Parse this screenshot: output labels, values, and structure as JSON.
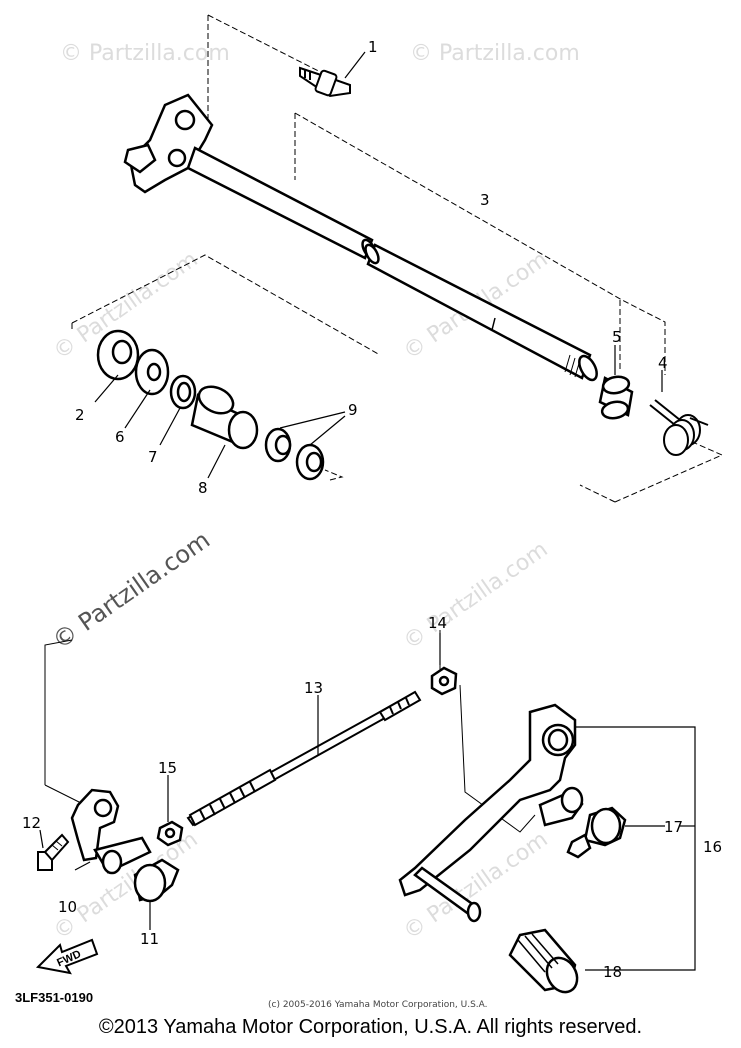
{
  "diagram": {
    "callouts": {
      "c1": "1",
      "c2": "2",
      "c3": "3",
      "c4": "4",
      "c5": "5",
      "c6": "6",
      "c7": "7",
      "c8": "8",
      "c9": "9",
      "c10": "10",
      "c11": "11",
      "c12": "12",
      "c13": "13",
      "c14": "14",
      "c15": "15",
      "c16": "16",
      "c17": "17",
      "c18": "18"
    },
    "watermark": "© Partzilla.com",
    "fwd_label": "FWD",
    "diagram_code": "3LF351-0190",
    "small_copyright": "(c) 2005-2016 Yamaha Motor Corporation, U.S.A."
  },
  "footer": {
    "copyright": "©2013 Yamaha Motor Corporation, U.S.A. All rights reserved."
  }
}
